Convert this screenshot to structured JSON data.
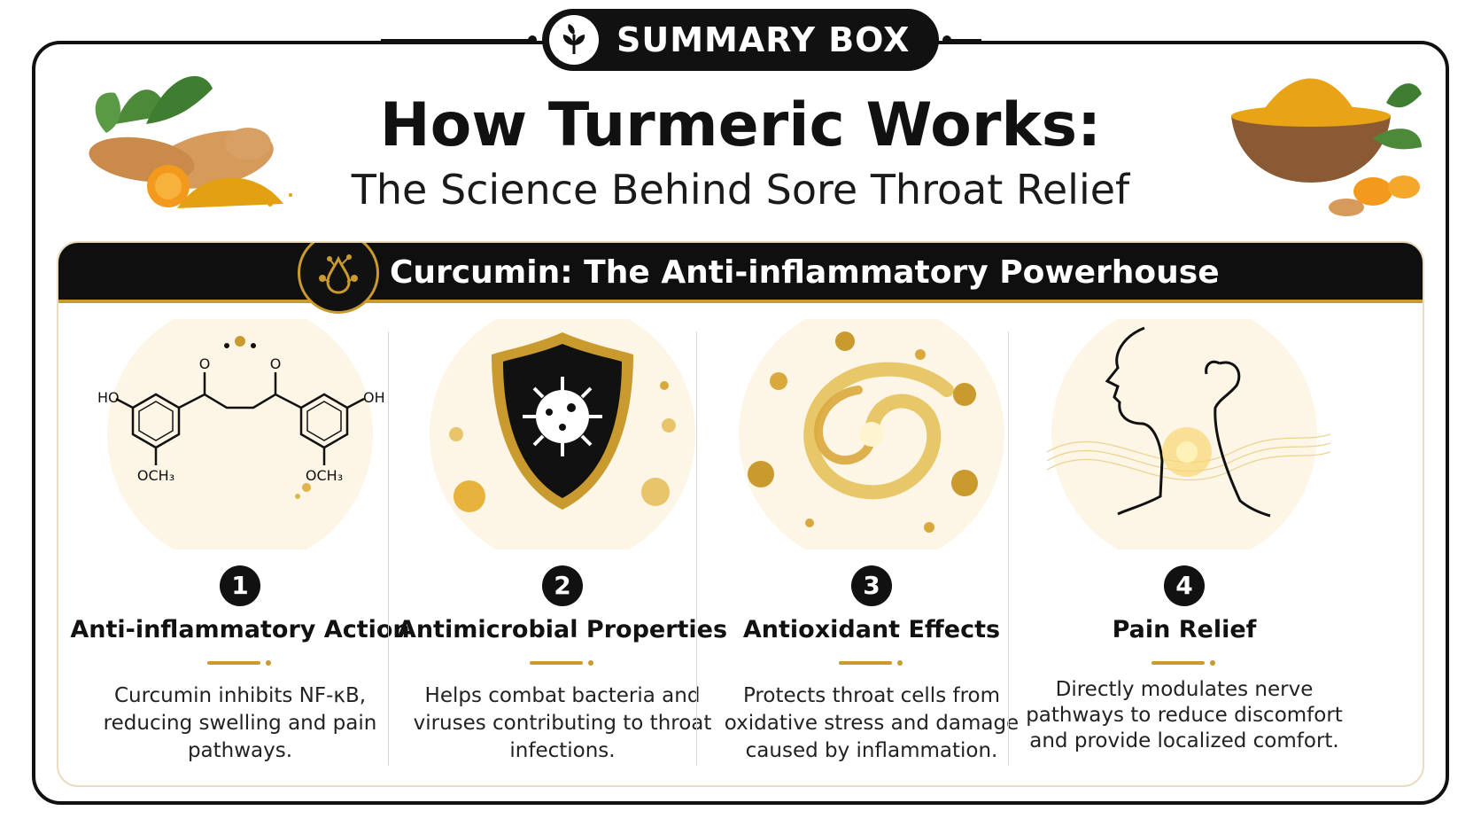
{
  "badge": {
    "label": "SUMMARY BOX",
    "icon": "leaf-icon"
  },
  "header": {
    "title": "How Turmeric Works:",
    "subtitle": "The Science Behind Sore Throat Relief"
  },
  "section": {
    "title": "Curcumin: The Anti-inflammatory Powerhouse",
    "icon": "droplet-molecule-icon"
  },
  "molecule_labels": {
    "ho": "HO",
    "oh": "OH",
    "o1": "O",
    "o2": "O",
    "och3_left": "OCH₃",
    "och3_right": "OCH₃"
  },
  "points": [
    {
      "number": "1",
      "title": "Anti-inflammatory Action",
      "description": "Curcumin inhibits NF-κB, reducing swelling and pain pathways.",
      "icon": "curcumin-molecule-icon"
    },
    {
      "number": "2",
      "title": "Antimicrobial Properties",
      "description": "Helps combat bacteria and viruses contributing to throat infections.",
      "icon": "virus-shield-icon"
    },
    {
      "number": "3",
      "title": "Antioxidant Effects",
      "description": "Protects throat cells from oxidative stress and damage caused by inflammation.",
      "icon": "antioxidant-swirl-icon"
    },
    {
      "number": "4",
      "title": "Pain Relief",
      "description": "Directly modulates nerve pathways to reduce discomfort and provide localized comfort.",
      "icon": "throat-profile-icon"
    }
  ],
  "colors": {
    "accent": "#c99a2e",
    "dark": "#111111",
    "turmeric": "#e8a317"
  }
}
